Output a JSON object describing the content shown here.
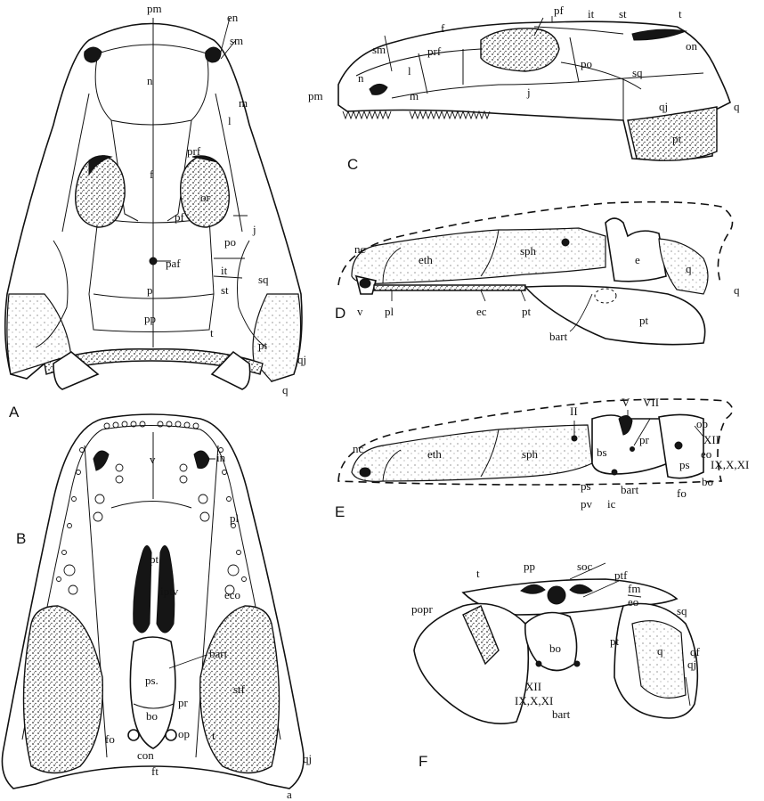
{
  "panels": {
    "A": {
      "title": "A",
      "labels": {
        "pm": "pm",
        "en": "en",
        "sm": "sm",
        "n": "n",
        "m": "m",
        "l": "l",
        "prf": "prf",
        "f": "f",
        "or": "or",
        "pf": "pf",
        "j": "j",
        "po": "po",
        "paf": "paf",
        "p": "p",
        "it": "it",
        "st": "st",
        "sq": "sq",
        "pp": "pp",
        "t": "t",
        "pt": "pt",
        "qj": "qj",
        "q": "q"
      }
    },
    "B": {
      "title": "B",
      "labels": {
        "in": "in",
        "v": "v",
        "pl": "pl",
        "pt": "pt",
        "iptv": "iptv",
        "eco": "eco",
        "bart": "bart",
        "ps": "ps.",
        "pr": "pr",
        "stf": "stf",
        "bo": "bo",
        "fo": "fo",
        "op": "op",
        "con": "con",
        "ft": "ft",
        "t": "t",
        "qj": "qj",
        "a": "a"
      }
    },
    "C": {
      "title": "C",
      "labels": {
        "pf": "pf",
        "it": "it",
        "st": "st",
        "t": "t",
        "f": "f",
        "sm": "sm",
        "prf": "prf",
        "on": "on",
        "po": "po",
        "n": "n",
        "l": "l",
        "sq": "sq",
        "pm": "pm",
        "m": "m",
        "j": "j",
        "qj": "qj",
        "q": "q",
        "pt": "pt"
      }
    },
    "D": {
      "title": "D",
      "labels": {
        "nc": "nc",
        "eth": "eth",
        "sph": "sph",
        "e": "e",
        "q1": "q",
        "q2": "q",
        "v": "v",
        "pl": "pl",
        "ec": "ec",
        "pt1": "pt",
        "bart": "bart",
        "pt2": "pt"
      }
    },
    "E": {
      "title": "E",
      "labels": {
        "II": "II",
        "V": "V",
        "VII": "VII",
        "op": "op",
        "XII": "XII",
        "eo": "eo",
        "pr": "pr",
        "IXXXI": "IX,X,XI",
        "nc": "nc",
        "eth": "eth",
        "sph": "sph",
        "bs": "bs",
        "ps1": "ps",
        "ps2": "ps",
        "bo": "bo",
        "fo": "fo",
        "pv": "pv",
        "ic": "ic",
        "bart": "bart"
      }
    },
    "F": {
      "title": "F",
      "labels": {
        "t": "t",
        "pp": "pp",
        "soc": "soc",
        "ptf": "ptf",
        "fm": "fm",
        "eo": "eo",
        "popr": "popr",
        "sq": "sq",
        "pt": "pt",
        "q": "q",
        "qf": "qf",
        "qj": "qj",
        "bo": "bo",
        "XII": "XII",
        "IXXXI": "IX,X,XI",
        "bart": "bart"
      }
    }
  }
}
